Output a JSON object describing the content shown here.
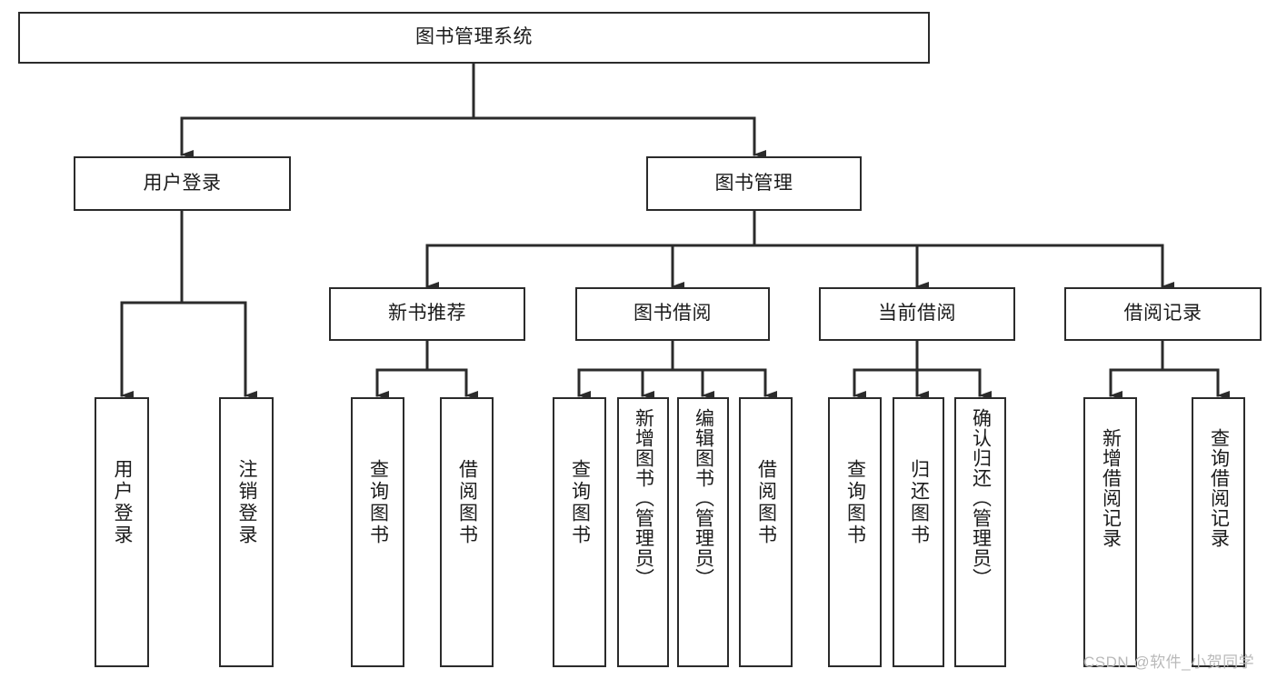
{
  "diagram": {
    "title": "图书管理系统",
    "type": "functional-structure-tree",
    "colors": {
      "stroke": "#2b2b2b",
      "fill": "#ffffff",
      "text": "#1b1b1b",
      "watermark": "#b9b9b9"
    },
    "root": {
      "label": "图书管理系统"
    },
    "level2": [
      {
        "label": "用户登录"
      },
      {
        "label": "图书管理"
      }
    ],
    "level3": [
      {
        "label": "新书推荐"
      },
      {
        "label": "图书借阅"
      },
      {
        "label": "当前借阅"
      },
      {
        "label": "借阅记录"
      }
    ],
    "leaves": {
      "user_login": [
        {
          "label": "用户登录"
        },
        {
          "label": "注销登录"
        }
      ],
      "new_book_recommend": [
        {
          "label": "查询图书"
        },
        {
          "label": "借阅图书"
        }
      ],
      "book_borrow": [
        {
          "label": "查询图书"
        },
        {
          "label": "新增图书（管理员）"
        },
        {
          "label": "编辑图书（管理员）"
        },
        {
          "label": "借阅图书"
        }
      ],
      "current_borrow": [
        {
          "label": "查询图书"
        },
        {
          "label": "归还图书"
        },
        {
          "label": "确认归还（管理员）"
        }
      ],
      "borrow_record": [
        {
          "label": "新增借阅记录"
        },
        {
          "label": "查询借阅记录"
        }
      ]
    }
  },
  "watermark": {
    "text": "CSDN @软件_小贺同学"
  }
}
